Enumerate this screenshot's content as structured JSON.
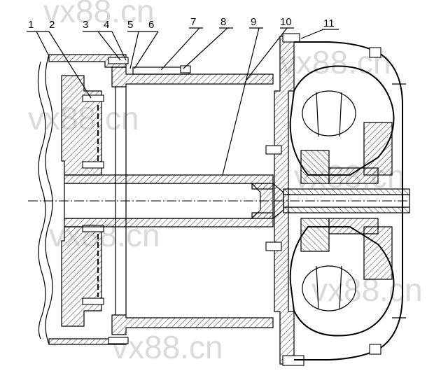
{
  "callouts": [
    "1",
    "2",
    "3",
    "4",
    "5",
    "6",
    "7",
    "8",
    "9",
    "10",
    "11"
  ],
  "watermark": "vx88.cn"
}
